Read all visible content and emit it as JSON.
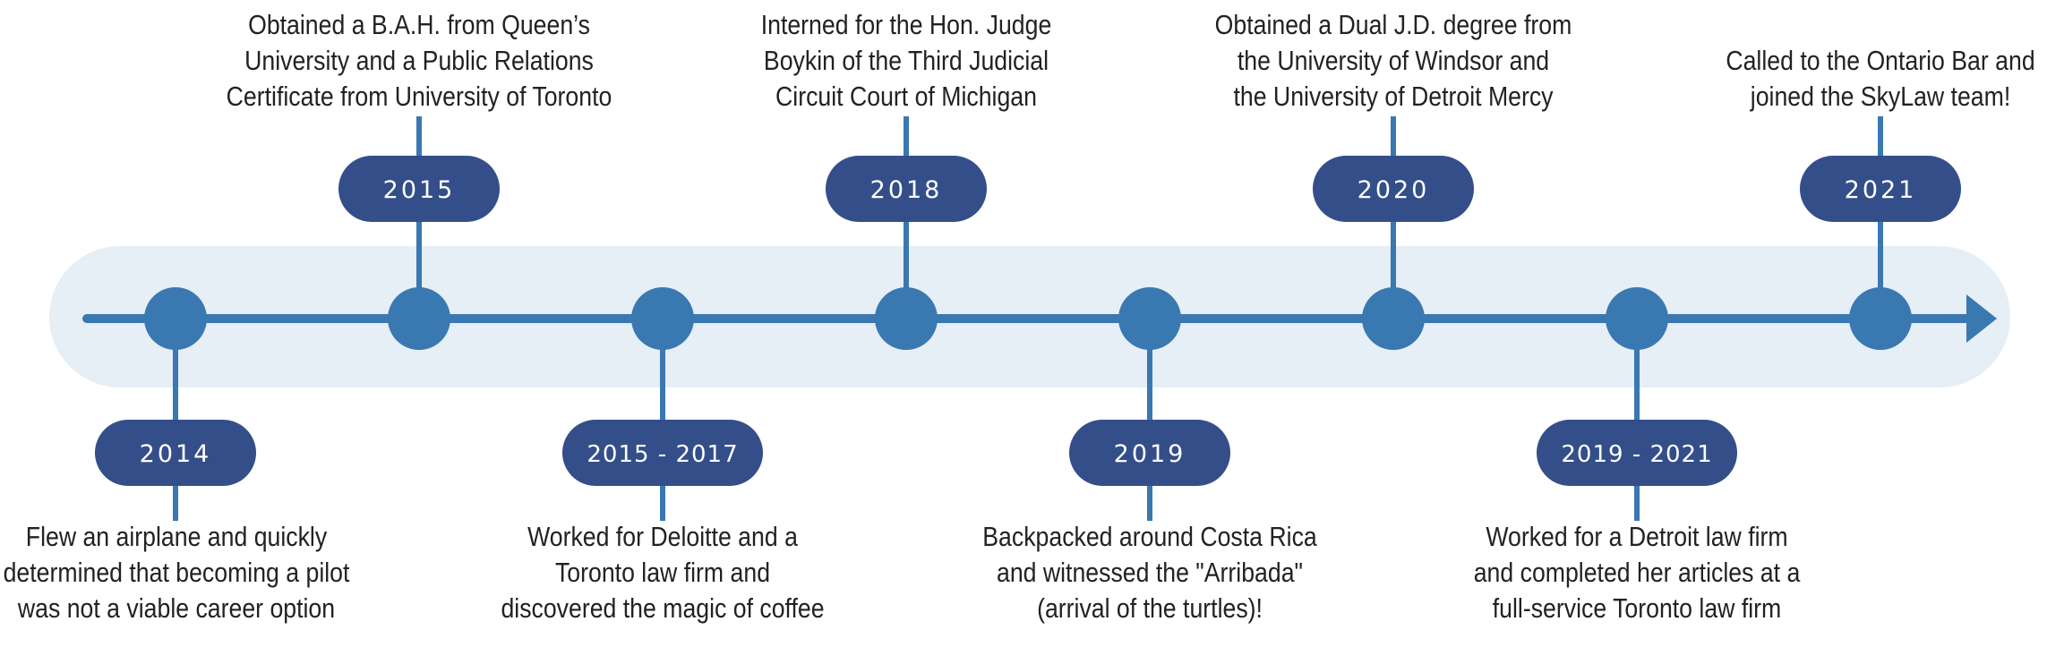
{
  "colors": {
    "band": "#E6EEF6",
    "line": "#3A78B1",
    "pill": "#344E8A",
    "text": "#222222"
  },
  "events": [
    {
      "id": "e2014",
      "label": "2014",
      "side": "below",
      "lines": [
        "Flew an airplane and quickly",
        "determined that becoming a pilot",
        "was not a viable career option"
      ]
    },
    {
      "id": "e2015",
      "label": "2015",
      "side": "above",
      "lines": [
        "Obtained a B.A.H. from Queen’s",
        "University and a Public Relations",
        "Certificate from University of Toronto"
      ]
    },
    {
      "id": "e2015-2017",
      "label": "2015 - 2017",
      "side": "below",
      "lines": [
        "Worked for Deloitte and a",
        "Toronto law firm and",
        "discovered the magic of coffee"
      ]
    },
    {
      "id": "e2018",
      "label": "2018",
      "side": "above",
      "lines": [
        "Interned for the Hon. Judge",
        "Boykin of the Third Judicial",
        "Circuit Court of Michigan"
      ]
    },
    {
      "id": "e2019",
      "label": "2019",
      "side": "below",
      "lines": [
        "Backpacked around Costa Rica",
        "and witnessed the \"Arribada\"",
        "(arrival of the turtles)!"
      ]
    },
    {
      "id": "e2020",
      "label": "2020",
      "side": "above",
      "lines": [
        "Obtained a Dual J.D. degree from",
        "the University of Windsor and",
        "the University of Detroit Mercy"
      ]
    },
    {
      "id": "e2019-2021",
      "label": "2019 - 2021",
      "side": "below",
      "lines": [
        "Worked for a Detroit law firm",
        "and completed her articles at a",
        "full-service Toronto law firm"
      ]
    },
    {
      "id": "e2021",
      "label": "2021",
      "side": "above",
      "lines": [
        "Called to the Ontario Bar and",
        "joined the SkyLaw team!"
      ]
    }
  ]
}
